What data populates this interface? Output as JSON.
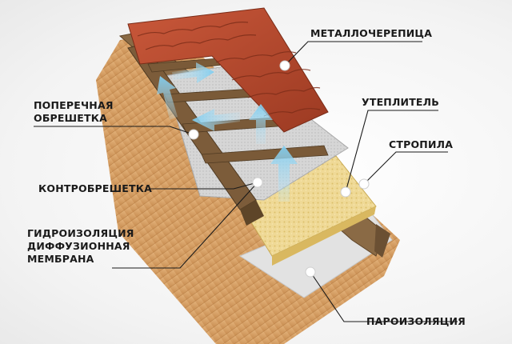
{
  "labels": {
    "metal_tile": "МЕТАЛЛОЧЕРЕПИЦА",
    "cross_batten_line1": "ПОПЕРЕЧНАЯ",
    "cross_batten_line2": "ОБРЕШЕТКА",
    "insulation": "УТЕПЛИТЕЛЬ",
    "rafters": "СТРОПИЛА",
    "counter_batten": "КОНТРОБРЕШЕТКА",
    "waterproofing_line1": "ГИДРОИЗОЛЯЦИЯ",
    "waterproofing_line2": "ДИФФУЗИОННАЯ",
    "waterproofing_line3": "МЕМБРАНА",
    "vapor_barrier": "ПАРОИЗОЛЯЦИЯ"
  },
  "colors": {
    "tile": "#b5482c",
    "wood": "#8a6a45",
    "sheathing": "#d9a66a",
    "membrane": "#bdbdbd",
    "insulation": "#ead48a",
    "vapor": "#d8d8d8",
    "airflow": "#8fd3f0"
  }
}
